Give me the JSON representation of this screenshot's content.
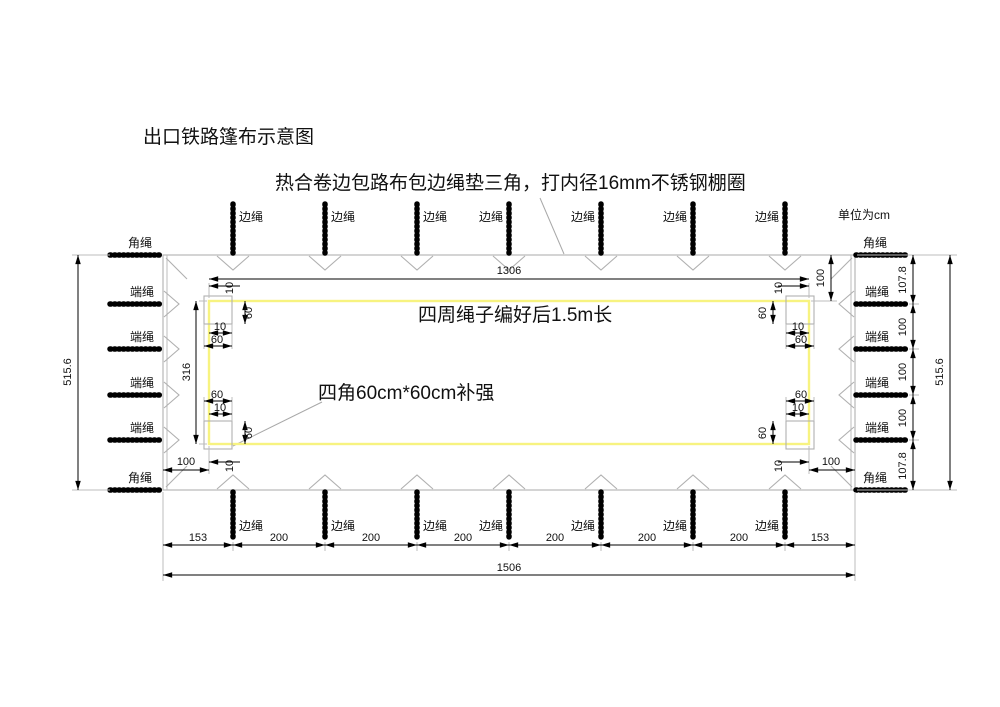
{
  "title": "出口铁路篷布示意图",
  "notes": {
    "hem": "热合卷边包路布包边绳垫三角，打内径16mm不锈钢棚圈",
    "unit": "单位为cm",
    "perimeter_rope": "四周绳子编好后1.5m长",
    "corner_reinforce": "四角60cm*60cm补强"
  },
  "labels": {
    "edge_rope": "边绳",
    "end_rope": "端绳",
    "corner_rope": "角绳"
  },
  "dims": {
    "total_width": "1506",
    "total_height": "515.6",
    "inner_width": "1306",
    "inner_height": "316",
    "corner_offset": "100",
    "patch_size": "60",
    "overhang": "10",
    "side_margin": "153",
    "edge_rope_spacing": "200",
    "end_margin": "107.8",
    "end_rope_spacing": "100"
  },
  "colors": {
    "reinforce_line": "#f7f380",
    "outline": "#b0b0b0",
    "dimension": "#000000",
    "rope": "#000000"
  }
}
